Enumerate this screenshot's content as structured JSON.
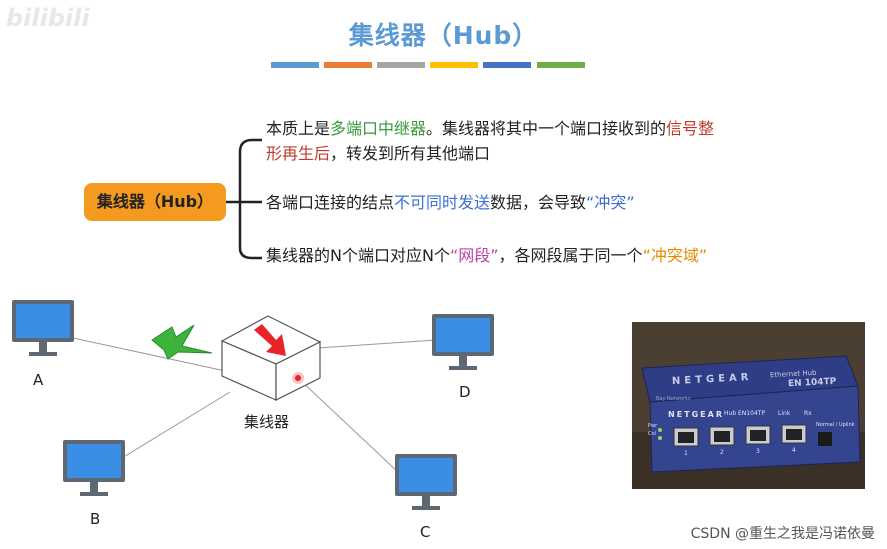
{
  "watermark": "bilibili",
  "title": "集线器（Hub）",
  "colors": {
    "title": "#5b9bd5",
    "bar_colors": [
      "#5b9bd5",
      "#ed7d31",
      "#a5a5a5",
      "#ffc000",
      "#4472c4",
      "#70ad47"
    ],
    "topic_box": "#f39a1f"
  },
  "mindmap": {
    "topic": "集线器（Hub）",
    "branch1": {
      "pre": "本质上是",
      "hl1": "多端口中继器",
      "mid": "。集线器将其中一个端口接收到的",
      "hl2": "信号整",
      "line2_hl": "形再生后",
      "line2_post": "，转发到所有其他端口"
    },
    "branch2": {
      "pre": "各端口连接的结点",
      "hl1": "不可同时发送",
      "mid": "数据，会导致",
      "hl2": "“冲突”"
    },
    "branch3": {
      "pre": "集线器的N个端口对应N个",
      "hl1": "“网段”",
      "mid": "，各网段属于同一个",
      "hl2": "“冲突域”"
    }
  },
  "diagram": {
    "hub_label": "集线器",
    "nodes": [
      "A",
      "B",
      "C",
      "D"
    ]
  },
  "photo": {
    "brand_top": "NETGEAR",
    "product_top": "Ethernet Hub",
    "model_top": "EN 104TP",
    "brand_front": "NETGEAR",
    "model_front": "Hub EN104TP",
    "link_label": "Link",
    "rx_label": "Rx",
    "port_numbers": [
      "1",
      "2",
      "3",
      "4"
    ],
    "normal_uplink": "Normal / Uplink",
    "status_labels": [
      "Pwr",
      "Col"
    ],
    "bay_label": "Bay Networks"
  },
  "credit": "CSDN @重生之我是冯诺依曼"
}
